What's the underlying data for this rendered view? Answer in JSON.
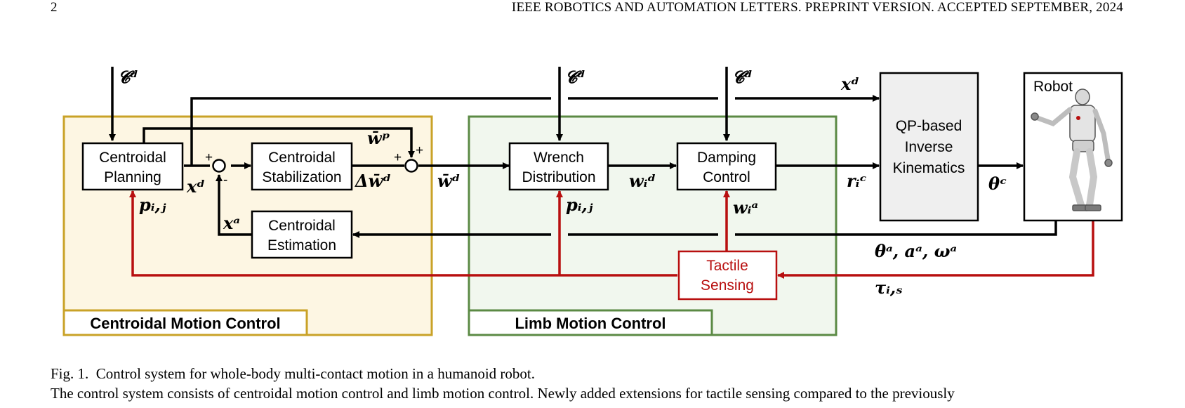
{
  "header": {
    "page_number": "2",
    "journal": "IEEE ROBOTICS AND AUTOMATION LETTERS. PREPRINT VERSION. ACCEPTED SEPTEMBER, 2024"
  },
  "diagram": {
    "groups": {
      "centroidal": "Centroidal Motion Control",
      "limb": "Limb Motion Control"
    },
    "blocks": {
      "centroidal_planning": [
        "Centroidal",
        "Planning"
      ],
      "centroidal_stabilization": [
        "Centroidal",
        "Stabilization"
      ],
      "centroidal_estimation": [
        "Centroidal",
        "Estimation"
      ],
      "wrench_distribution": [
        "Wrench",
        "Distribution"
      ],
      "damping_control": [
        "Damping",
        "Control"
      ],
      "qp_ik": [
        "QP-based",
        "Inverse",
        "Kinematics"
      ],
      "robot": "Robot",
      "tactile_sensing": [
        "Tactile",
        "Sensing"
      ]
    },
    "signals": {
      "c_desired": "𝓒ᵈ",
      "x_desired": "xᵈ",
      "w_bar_p": "w̄ᵖ",
      "delta_w_bar_d": "Δw̄ᵈ",
      "w_bar_d": "w̄ᵈ",
      "w_i_d": "wᵢᵈ",
      "w_i_a": "wᵢᵃ",
      "p_ij": "pᵢ,ⱼ",
      "x_actual": "xᵃ",
      "r_i_c": "rᵢᶜ",
      "theta_c": "θᶜ",
      "theta_a_a_a_omega_a": "θᵃ, aᵃ, ωᵃ",
      "tau_is": "τᵢ,ₛ",
      "plus": "+",
      "minus": "-"
    },
    "colors": {
      "centroidal_fill": "#fdf6e3",
      "centroidal_border": "#c9a227",
      "limb_fill": "#f1f7ee",
      "limb_border": "#5b8a44",
      "tactile": "#b80f0f",
      "ik_fill": "#efefef"
    }
  },
  "caption": {
    "fig_label": "Fig. 1.",
    "title": "Control system for whole-body multi-contact motion in a humanoid robot.",
    "body": "The control system consists of centroidal motion control and limb motion control. Newly added extensions for tactile sensing compared to the previously"
  }
}
